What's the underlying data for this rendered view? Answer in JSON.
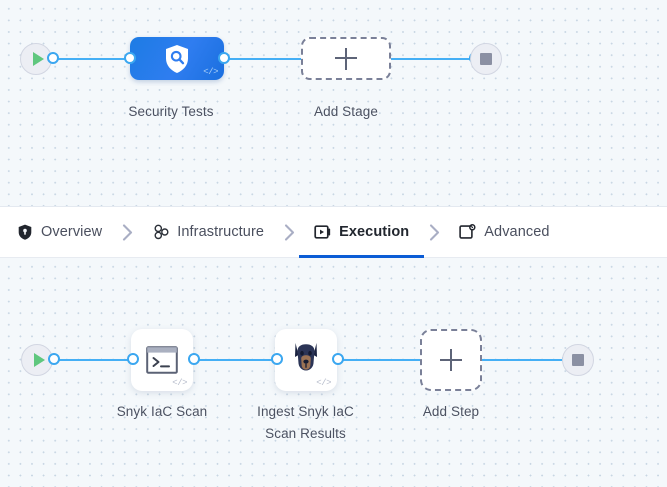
{
  "theme": {
    "canvas_bg": "#f4f8fb",
    "grid_dot": "#c8d6e3",
    "rail": "#45aff5",
    "socket": "#3ba7f0",
    "accent_blue": "#0b5cd5",
    "stage_node_blue": "#2f7df0",
    "play_green": "#5fc77e",
    "stop_gray": "#8b90a3",
    "dashed_border": "#7a8098",
    "label_text": "#4b5161"
  },
  "stage_pipeline": {
    "start_icon": "play-icon",
    "end_icon": "stop-icon",
    "nodes": [
      {
        "label": "Security Tests",
        "icon": "shield-search-icon",
        "badge": "</>",
        "type": "stage"
      },
      {
        "label": "Add Stage",
        "icon": "plus-icon",
        "type": "add"
      }
    ]
  },
  "tabs": {
    "items": [
      {
        "label": "Overview",
        "icon": "shield-icon",
        "active": false
      },
      {
        "label": "Infrastructure",
        "icon": "node-cluster-icon",
        "active": false
      },
      {
        "label": "Execution",
        "icon": "play-in-box-icon",
        "active": true
      },
      {
        "label": "Advanced",
        "icon": "panel-gear-icon",
        "active": false
      }
    ],
    "separator_icon": "chevron-right-icon"
  },
  "step_pipeline": {
    "start_icon": "play-icon",
    "end_icon": "stop-icon",
    "nodes": [
      {
        "label": "Snyk IaC Scan",
        "icon": "terminal-icon",
        "badge": "</>",
        "type": "step"
      },
      {
        "label": "Ingest Snyk IaC Scan Results",
        "icon": "snyk-dog-icon",
        "badge": "</>",
        "type": "step"
      },
      {
        "label": "Add Step",
        "icon": "plus-icon",
        "type": "add"
      }
    ]
  }
}
